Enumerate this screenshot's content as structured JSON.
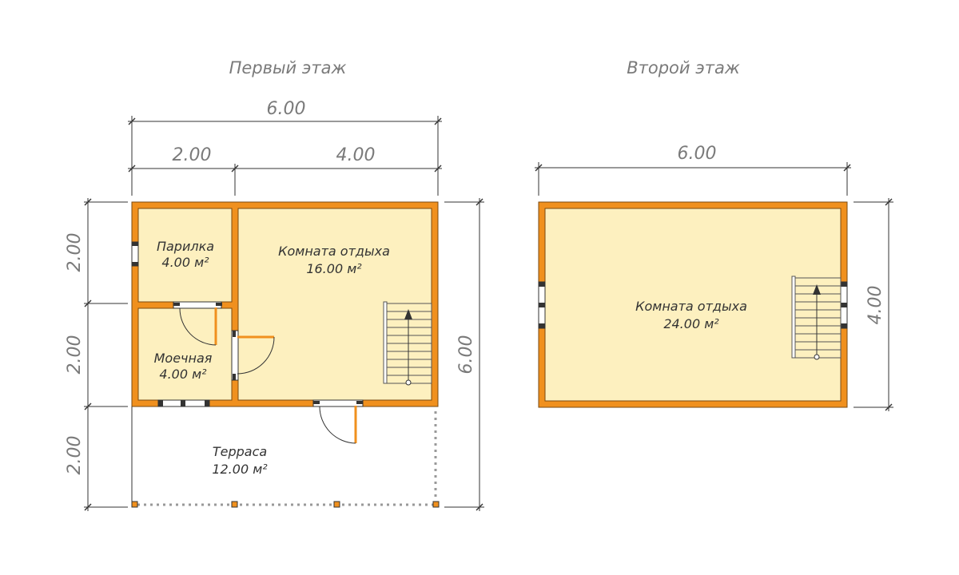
{
  "first_floor": {
    "title": "Первый этаж",
    "dims": {
      "total_width": "6.00",
      "left_width": "2.00",
      "right_width": "4.00",
      "left_h1": "2.00",
      "left_h2": "2.00",
      "left_h3": "2.00",
      "total_height": "6.00"
    },
    "rooms": [
      {
        "name": "Парилка",
        "area": "4.00 м²"
      },
      {
        "name": "Комната отдыха",
        "area": "16.00 м²"
      },
      {
        "name": "Моечная",
        "area": "4.00 м²"
      },
      {
        "name": "Терраса",
        "area": "12.00 м²"
      }
    ]
  },
  "second_floor": {
    "title": "Второй этаж",
    "dims": {
      "width": "6.00",
      "height": "4.00"
    },
    "rooms": [
      {
        "name": "Комната отдыха",
        "area": "24.00 м²"
      }
    ]
  },
  "colors": {
    "wall": "#f0901e",
    "floor": "#fdf0bf",
    "text": "#7a7a7a"
  }
}
